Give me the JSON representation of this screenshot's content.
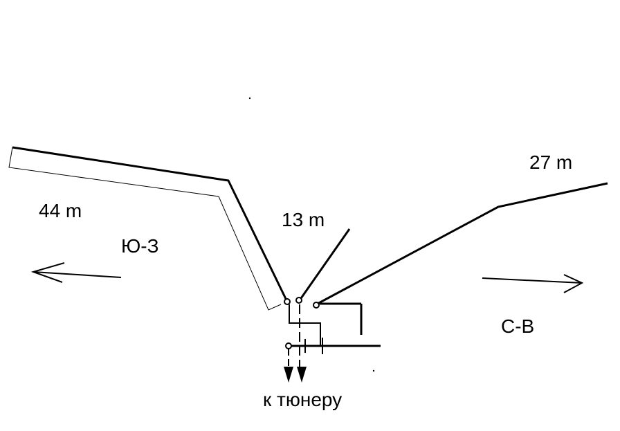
{
  "diagram": {
    "labels": {
      "length_left": "44 m",
      "length_middle": "13 m",
      "length_right": "27 m",
      "direction_left": "Ю-З",
      "direction_right": "С-В",
      "to_tuner": "к тюнеру"
    },
    "colors": {
      "line": "#000000",
      "background": "#ffffff"
    }
  }
}
